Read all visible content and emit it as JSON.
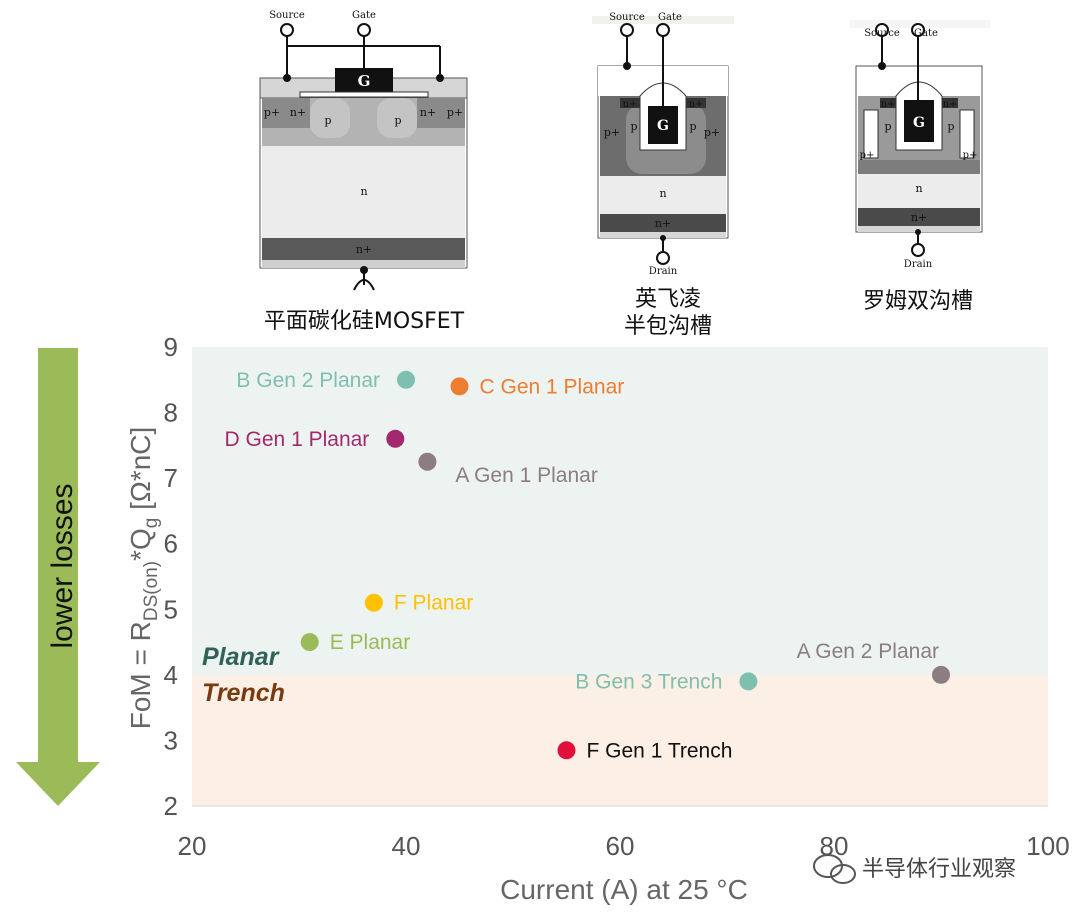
{
  "devices": [
    {
      "caption_lines": [
        "平面碳化硅MOSFET"
      ],
      "source_label": "Source",
      "gate_label": "Gate",
      "drain_label": ""
    },
    {
      "caption_lines": [
        "英飞凌",
        "半包沟槽"
      ],
      "source_label": "Source",
      "gate_label": "Gate",
      "drain_label": "Drain"
    },
    {
      "caption_lines": [
        "罗姆双沟槽"
      ],
      "source_label": "Source",
      "gate_label": "Gate",
      "drain_label": "Drain"
    }
  ],
  "device_labels": {
    "gate": "G",
    "n": "n",
    "n_plus": "n+",
    "p": "p",
    "p_plus": "p+"
  },
  "arrow_label": "lower losses",
  "region_labels": {
    "planar": "Planar",
    "trench": "Trench"
  },
  "colors": {
    "planar_bg": "#ecf3f1",
    "trench_bg": "#fcefe6",
    "arrow": "#9bbb59",
    "planar_text": "#31625a",
    "trench_text": "#7a3a10"
  },
  "watermark": "半导体行业观察",
  "chart_data": {
    "type": "scatter",
    "xlabel": "Current (A) at 25 °C",
    "ylabel": {
      "prefix": "FoM = R",
      "sub1": "DS(on)",
      "mid": "*Q",
      "sub2": "g",
      "suffix": " [Ω*nC]"
    },
    "xlim": [
      20,
      100
    ],
    "ylim": [
      2,
      9
    ],
    "xticks": [
      "20",
      "40",
      "60",
      "80",
      "100"
    ],
    "yticks": [
      "2",
      "3",
      "4",
      "5",
      "6",
      "7",
      "8",
      "9"
    ],
    "region_boundary_y": 4,
    "grid": false,
    "points": [
      {
        "label": "B Gen 2 Planar",
        "x": 40,
        "y": 8.5,
        "color": "#7fbfaf",
        "label_side": "left"
      },
      {
        "label": "C Gen 1 Planar",
        "x": 45,
        "y": 8.4,
        "color": "#ed7d31",
        "label_side": "right"
      },
      {
        "label": "D Gen 1 Planar",
        "x": 39,
        "y": 7.6,
        "color": "#a3296e",
        "label_side": "left"
      },
      {
        "label": "A Gen 1 Planar",
        "x": 42,
        "y": 7.25,
        "color": "#8c7d80",
        "label_side": "right-below"
      },
      {
        "label": "F Planar",
        "x": 37,
        "y": 5.1,
        "color": "#ffc000",
        "label_side": "right"
      },
      {
        "label": "E Planar",
        "x": 31,
        "y": 4.5,
        "color": "#9bbb59",
        "label_side": "right"
      },
      {
        "label": "B Gen 3 Trench",
        "x": 72,
        "y": 3.9,
        "color": "#7fbfaf",
        "label_side": "left"
      },
      {
        "label": "A Gen 2 Planar",
        "x": 90,
        "y": 4.0,
        "color": "#8c7d80",
        "label_side": "above-left"
      },
      {
        "label": "F Gen 1 Trench",
        "x": 55,
        "y": 2.85,
        "color": "#e0103a",
        "label_side": "right"
      }
    ]
  }
}
